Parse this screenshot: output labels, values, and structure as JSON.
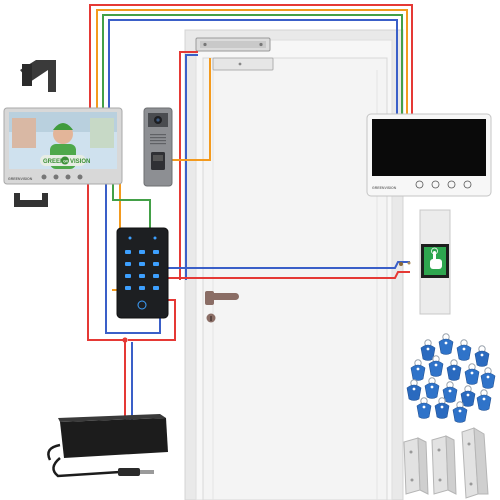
{
  "indoor_monitor_1": {
    "brand_left": "GREEN",
    "brand_right": "VISION",
    "logo_mark": "GV",
    "small_brand": "GREENVISION"
  },
  "indoor_monitor_2": {
    "small_brand": "GREENVISION"
  },
  "colors": {
    "wire_red": "#e53935",
    "wire_orange": "#f39a1e",
    "wire_green": "#43a047",
    "wire_blue": "#3a5fc8",
    "door": "#f4f4f4",
    "frame": "#e9e9e9",
    "rfid_tag": "#2f73c9",
    "keypad_light": "#3da0ff"
  },
  "icons": {
    "exit_button": "hand-pointer-icon",
    "keypad": "keypad-icon",
    "rfid": "rfid-tag-icon"
  }
}
